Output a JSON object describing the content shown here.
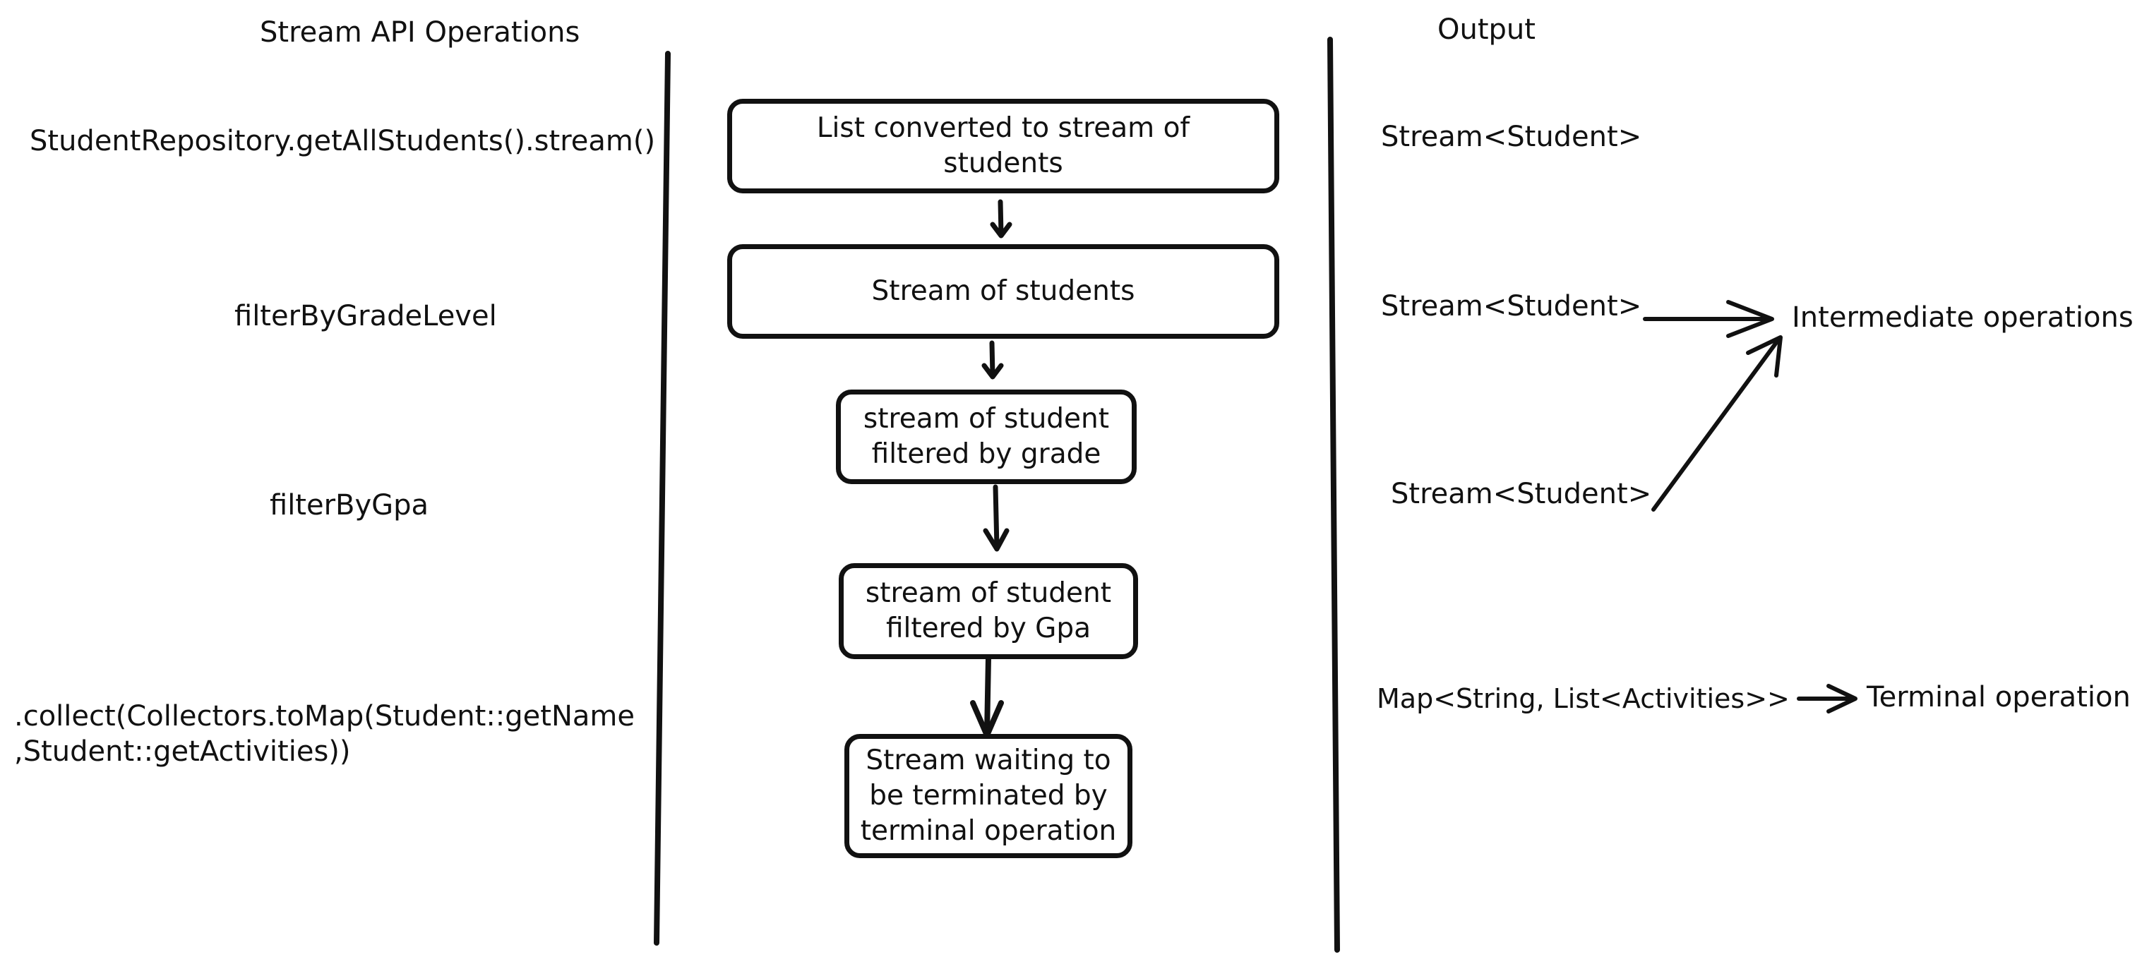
{
  "headers": {
    "left": "Stream API Operations",
    "right": "Output"
  },
  "operations": [
    "StudentRepository.getAllStudents().stream()",
    "filterByGradeLevel",
    "filterByGpa",
    ".collect(Collectors.toMap(Student::getName\n,Student::getActivities))"
  ],
  "flow_boxes": [
    "List converted to stream of\nstudents",
    "Stream of students",
    "stream of student\nfiltered by grade",
    "stream of student\nfiltered by Gpa",
    "Stream waiting to\nbe terminated by\nterminal operation"
  ],
  "outputs": [
    "Stream<Student>",
    "Stream<Student>",
    "Stream<Student>",
    "Map<String, List<Activities>>"
  ],
  "annotations": {
    "intermediate": "Intermediate operations",
    "terminal": "Terminal operation"
  },
  "colors": {
    "ink": "#111111",
    "background": "#ffffff"
  }
}
